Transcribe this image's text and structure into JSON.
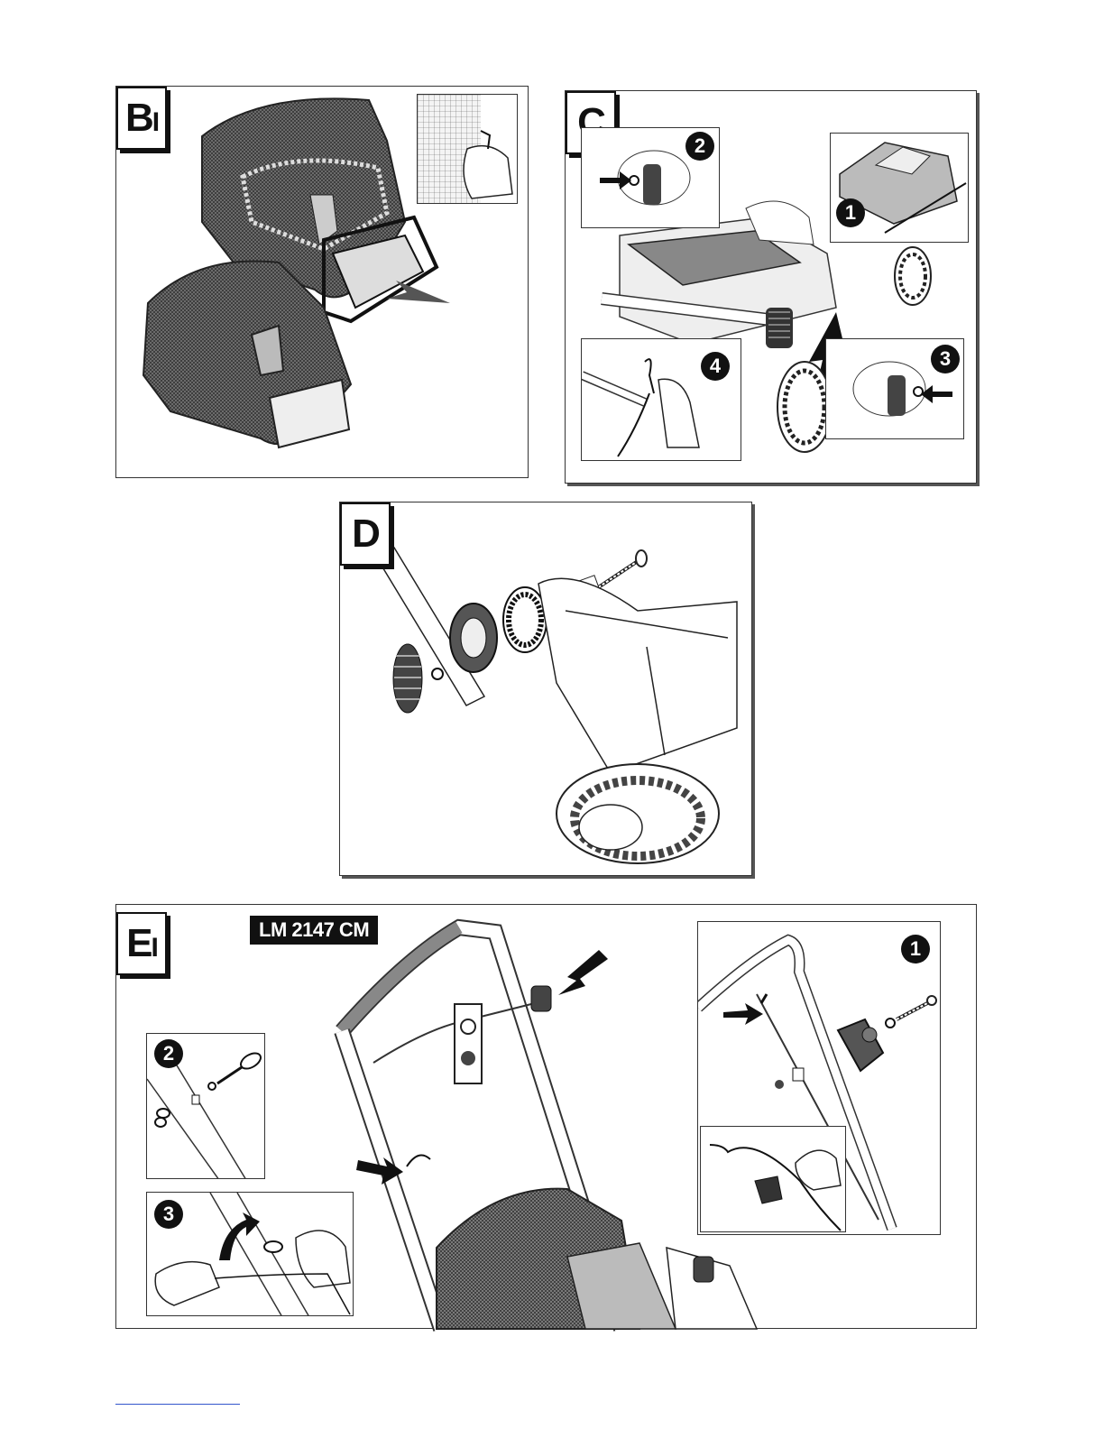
{
  "panels": {
    "b1": {
      "letter": "B",
      "sub": "I"
    },
    "c": {
      "letter": "C",
      "steps": [
        "2",
        "1",
        "4",
        "3"
      ]
    },
    "d": {
      "letter": "D"
    },
    "e1": {
      "letter": "E",
      "sub": "I",
      "model": "LM 2147 CM",
      "steps": [
        "1",
        "2",
        "3"
      ]
    }
  },
  "icons": [
    "grass-bag-icon",
    "arrow-icon",
    "knob-icon",
    "bolt-icon",
    "wheel-icon",
    "handle-icon",
    "cable-icon",
    "hand-icon"
  ]
}
